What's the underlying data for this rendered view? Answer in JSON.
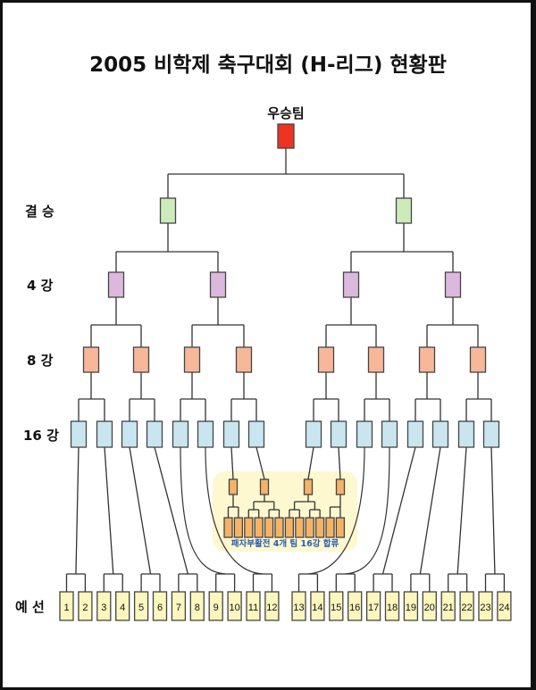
{
  "title": "2005 비학제 축구대회 (H-리그) 현황판",
  "winner_label": "우승팀",
  "round_labels": {
    "final": "결 승",
    "semifinal": "4 강",
    "quarterfinal": "8 강",
    "round16": "16 강",
    "preliminary": "예 선"
  },
  "repechage_note": "패자부활전 4개 팀 16강 합류",
  "preliminary_teams": [
    "1",
    "2",
    "3",
    "4",
    "5",
    "6",
    "7",
    "8",
    "9",
    "10",
    "11",
    "12",
    "13",
    "14",
    "15",
    "16",
    "17",
    "18",
    "19",
    "20",
    "21",
    "22",
    "23",
    "24"
  ],
  "colors": {
    "winner": "#ee3322",
    "final": "#cdeabb",
    "semifinal": "#dcb9dc",
    "quarterfinal": "#f7b799",
    "round16": "#c9e6f0",
    "repechage": "#f4b366",
    "repechage_zone": "#fdf8cf",
    "preliminary": "#fbf7bd",
    "line": "#333333"
  }
}
